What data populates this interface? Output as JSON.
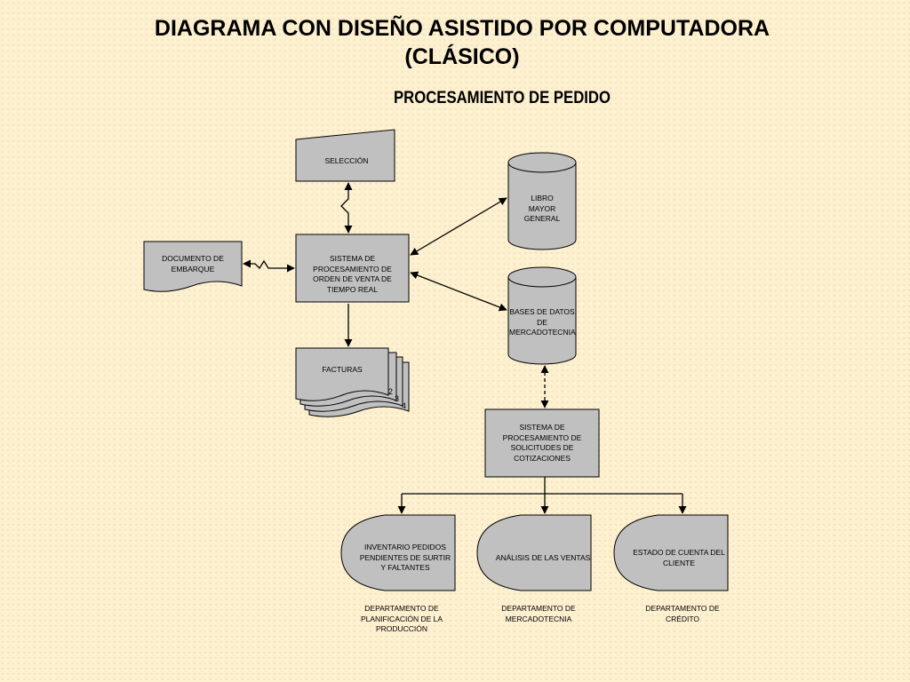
{
  "title": {
    "line1": "DIAGRAMA CON DISEÑO ASISTIDO POR COMPUTADORA",
    "line2": "(CLÁSICO)"
  },
  "subtitle": "PROCESAMIENTO DE PEDIDO",
  "nodes": {
    "seleccion": "SELECCIÓN",
    "libro_mayor": "LIBRO MAYOR GENERAL",
    "documento_embarque": "DOCUMENTO DE EMBARQUE",
    "sistema_orden": "SISTEMA DE PROCESAMIENTO DE ORDEN DE VENTA DE TIEMPO REAL",
    "bases_datos": "BASES DE DATOS DE MERCADOTECNIA",
    "facturas": "FACTURAS",
    "facturas_copies": [
      "2",
      "3",
      "4"
    ],
    "sistema_cotizaciones": "SISTEMA DE PROCESAMIENTO DE SOLICITUDES DE COTIZACIONES",
    "inventario": "INVENTARIO PEDIDOS PENDIENTES DE SURTIR Y FALTANTES",
    "analisis": "ANÁLISIS DE LAS VENTAS",
    "estado_cuenta": "ESTADO DE CUENTA DEL CLIENTE"
  },
  "departments": {
    "planificacion": "DEPARTAMENTO DE PLANIFICACIÓN DE LA PRODUCCIÓN",
    "mercadotecnia": "DEPARTAMENTO DE MERCADOTECNIA",
    "credito": "DEPARTAMENTO DE CRÉDITO"
  },
  "colors": {
    "shape_fill": "#c0c0c0",
    "stroke": "#000000",
    "background": "#fdf0cf"
  }
}
